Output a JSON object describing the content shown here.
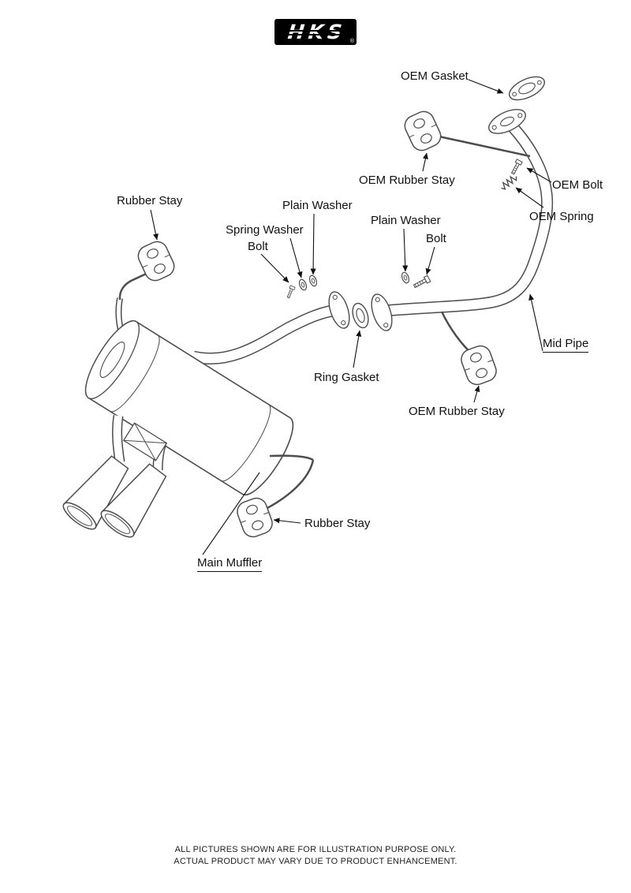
{
  "logo": {
    "text": "HKS",
    "registered": "®"
  },
  "parts": {
    "oem_gasket": "OEM Gasket",
    "oem_rubber_stay_top": "OEM Rubber Stay",
    "oem_bolt": "OEM Bolt",
    "oem_spring": "OEM Spring",
    "rubber_stay_left": "Rubber Stay",
    "plain_washer_left": "Plain Washer",
    "spring_washer": "Spring Washer",
    "bolt_left": "Bolt",
    "plain_washer_right": "Plain Washer",
    "bolt_right": "Bolt",
    "ring_gasket": "Ring Gasket",
    "mid_pipe": "Mid Pipe",
    "oem_rubber_stay_bottom": "OEM Rubber Stay",
    "rubber_stay_bottom": "Rubber Stay",
    "main_muffler": "Main Muffler"
  },
  "footer": {
    "line1": "ALL PICTURES SHOWN ARE FOR ILLUSTRATION PURPOSE ONLY.",
    "line2": "ACTUAL PRODUCT MAY VARY DUE TO PRODUCT ENHANCEMENT."
  },
  "colors": {
    "line_art": "#4d4d4d",
    "text": "#111111",
    "logo_background": "#000000"
  }
}
